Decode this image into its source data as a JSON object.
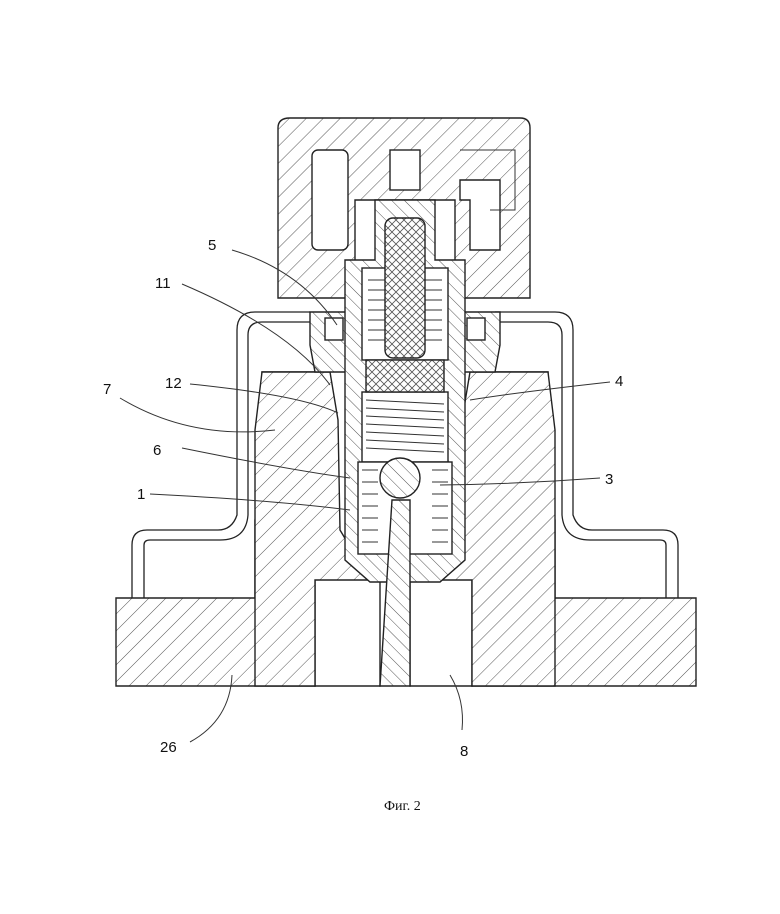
{
  "figure": {
    "caption": "Фиг. 2",
    "labels": {
      "l5": "5",
      "l11": "11",
      "l12": "12",
      "l7": "7",
      "l6": "6",
      "l1": "1",
      "l4": "4",
      "l3": "3",
      "l26": "26",
      "l8": "8"
    }
  }
}
